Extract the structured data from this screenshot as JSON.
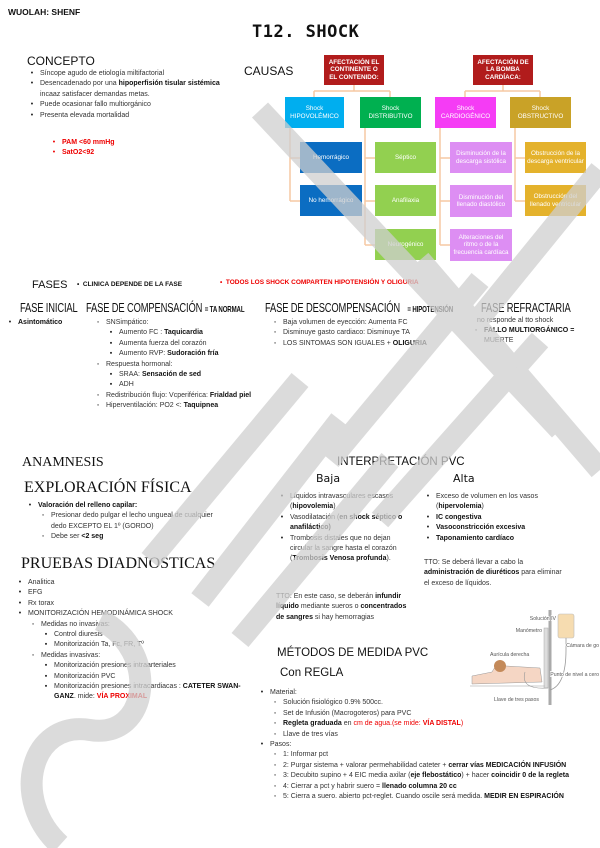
{
  "watermark": "SHENF",
  "header": {
    "brand": "WUOLAH: SHENF",
    "title": "T12. SHOCK"
  },
  "concepto": {
    "heading": "CONCEPTO",
    "items": [
      {
        "level": 1,
        "segs": [
          {
            "t": "Síncope agudo de etiología miltifactorial"
          }
        ]
      },
      {
        "level": 1,
        "segs": [
          {
            "t": "Desencadenado por una "
          },
          {
            "t": "hipoperfisión tisular sistémica",
            "s": "b"
          },
          {
            "t": " incaaz satisfacer demandas metas."
          }
        ]
      },
      {
        "level": 1,
        "segs": [
          {
            "t": "Puede ocasionar fallo multiorgánico"
          }
        ]
      },
      {
        "level": 1,
        "segs": [
          {
            "t": "Presenta elevada mortalidad"
          }
        ]
      }
    ],
    "criteria": [
      {
        "level": 1,
        "segs": [
          {
            "t": "PAM <60 mmHg",
            "s": "rb"
          }
        ]
      },
      {
        "level": 1,
        "segs": [
          {
            "t": "SatO2<92",
            "s": "rb"
          }
        ]
      }
    ]
  },
  "causas": {
    "heading": "CAUSAS",
    "colors": {
      "root": "#b11c1c",
      "hipo": "#00aeef",
      "distri": "#00b050",
      "cardio": "#f53cf5",
      "obstr": "#c9a227",
      "hipo_child": "#0b6dc2",
      "distri_child": "#92d050",
      "cardio_child": "#dd8ef3",
      "obstr_child": "#e4b22c",
      "connector": "#f6c9a3"
    },
    "roots": [
      "AFECTACIÓN EL CONTINENTE O EL CONTENIDO:",
      "AFECTACIÓN DE LA BOMBA CARDÍACA:"
    ],
    "types": [
      "Shock HIPOVOLÉMICO",
      "Shock DISTRIBUTIVO",
      "Shock CARDIOGÉNICO",
      "Shock OBSTRUCTIVO"
    ],
    "hipovolemico": [
      "Hemorrágico",
      "No hemorrágico"
    ],
    "distributivo": [
      "Séptico",
      "Anafilaxia",
      "Neurogénico"
    ],
    "cardiogenico": [
      "Disminución de la descarga sistólica",
      "Disminución del llenado diastólico",
      "Alteraciones del ritmo o de la frecuencia cardíaca"
    ],
    "obstructivo": [
      "Obstrucción de la descarga ventricular",
      "Obstrucción del llenado ventricular"
    ]
  },
  "fases": {
    "heading": "FASES",
    "note": "CLINICA DEPENDE DE LA FASE",
    "note_red": "TODOS LOS SHOCK COMPARTEN HIPOTENSIÓN Y OLIGURIA",
    "inicial": {
      "title": "FASE INICIAL",
      "items": [
        {
          "level": 1,
          "segs": [
            {
              "t": "Asintomático",
              "s": "b"
            }
          ]
        }
      ]
    },
    "compensacion": {
      "title": "FASE DE COMPENSACIÓN",
      "suffix": "= TA NORMAL",
      "items": [
        {
          "level": 1,
          "segs": [
            {
              "t": "SNSimpático:"
            }
          ]
        },
        {
          "level": 2,
          "segs": [
            {
              "t": "Aumento FC : "
            },
            {
              "t": "Taquicardia",
              "s": "b"
            }
          ]
        },
        {
          "level": 2,
          "segs": [
            {
              "t": "Aumenta fuerza del corazón"
            }
          ]
        },
        {
          "level": 2,
          "segs": [
            {
              "t": "Aumento RVP: "
            },
            {
              "t": "Sudoración fría",
              "s": "b"
            }
          ]
        },
        {
          "level": 1,
          "segs": [
            {
              "t": "Respuesta hormonal:"
            }
          ]
        },
        {
          "level": 2,
          "segs": [
            {
              "t": "SRAA: "
            },
            {
              "t": "Sensación de sed",
              "s": "b"
            }
          ]
        },
        {
          "level": 2,
          "segs": [
            {
              "t": " ADH"
            }
          ]
        },
        {
          "level": 1,
          "segs": [
            {
              "t": "Redistribución flujo: Vcperiférica: "
            },
            {
              "t": "Frialdad piel",
              "s": "b"
            }
          ]
        },
        {
          "level": 1,
          "segs": [
            {
              "t": "Hiperventilación: PO2 <: "
            },
            {
              "t": "Taquipnea",
              "s": "b"
            }
          ]
        }
      ]
    },
    "descompensacion": {
      "title": "FASE DE DESCOMPENSACIÓN",
      "suffix": "= HIPOTENSIÓN",
      "items": [
        {
          "level": 1,
          "segs": [
            {
              "t": "Baja volumen de eyección: Aumenta FC"
            }
          ]
        },
        {
          "level": 1,
          "segs": [
            {
              "t": "Disminuye gasto cardiaco: Disminuye TA"
            }
          ]
        },
        {
          "level": 1,
          "segs": [
            {
              "t": "LOS SINTOMAS SON IGUALES + "
            },
            {
              "t": "OLIGURIA",
              "s": "b"
            }
          ]
        }
      ]
    },
    "refractaria": {
      "title": "FASE REFRACTARIA",
      "intro": "no responde al tto shock",
      "items": [
        {
          "level": 1,
          "segs": [
            {
              "t": "FALLO MULTIORGÁNICO = ",
              "s": "b"
            },
            {
              "t": "MUERTE"
            }
          ]
        }
      ]
    }
  },
  "anamnesis": {
    "heading": "ANAMNESIS"
  },
  "exploracion": {
    "heading": "EXPLORACIÓN FÍSICA",
    "items": [
      {
        "level": 1,
        "segs": [
          {
            "t": "Valoración del relleno capilar:",
            "s": "b"
          }
        ]
      },
      {
        "level": 2,
        "segs": [
          {
            "t": "Presionar dedo pulgar el lecho ungueal de cualquier dedo EXCEPTO EL 1º (GORDO)"
          }
        ]
      },
      {
        "level": 2,
        "segs": [
          {
            "t": "Debe ser "
          },
          {
            "t": "<2 seg",
            "s": "b"
          }
        ]
      }
    ]
  },
  "pruebas": {
    "heading": "PRUEBAS DIADNOSTICAS",
    "items": [
      {
        "level": 1,
        "segs": [
          {
            "t": "Analitica"
          }
        ]
      },
      {
        "level": 1,
        "segs": [
          {
            "t": "EFG"
          }
        ]
      },
      {
        "level": 1,
        "segs": [
          {
            "t": "Rx torax"
          }
        ]
      },
      {
        "level": 1,
        "segs": [
          {
            "t": "MONITORIZACIÓN HEMODINÁMICA SHOCK"
          }
        ]
      },
      {
        "level": 2,
        "segs": [
          {
            "t": "Medidas no invasivas:"
          }
        ]
      },
      {
        "level": 3,
        "segs": [
          {
            "t": "Control diuresis"
          }
        ]
      },
      {
        "level": 3,
        "segs": [
          {
            "t": "Monitorización Ta, Fc, FR, Tº"
          }
        ]
      },
      {
        "level": 2,
        "segs": [
          {
            "t": "Medidas invasivas:"
          }
        ]
      },
      {
        "level": 3,
        "segs": [
          {
            "t": "Monitorización presiones intraarteriales"
          }
        ]
      },
      {
        "level": 3,
        "segs": [
          {
            "t": "Monitorización PVC"
          }
        ]
      },
      {
        "level": 3,
        "segs": [
          {
            "t": "Monitorización presiones intracardiacas : "
          },
          {
            "t": "CATETER SWAN-GANZ",
            "s": "b"
          },
          {
            "t": ". mide: "
          },
          {
            "t": "VÍA PROXIMAL",
            "s": "rb"
          }
        ]
      }
    ]
  },
  "pvc": {
    "heading": "INTERPRETACIÓN PVC",
    "baja": {
      "title": "Baja",
      "items": [
        {
          "level": 1,
          "segs": [
            {
              "t": "Líquidos intravasculares escasos ("
            },
            {
              "t": "hipovolemia",
              "s": "b"
            },
            {
              "t": ")"
            }
          ]
        },
        {
          "level": 1,
          "segs": [
            {
              "t": "Vasodilatación ("
            },
            {
              "t": "en shock séptico o anafiláctico)",
              "s": "b"
            }
          ]
        },
        {
          "level": 1,
          "segs": [
            {
              "t": "Trombosis distales que no dejan circular la sangre hasta el corazón ("
            },
            {
              "t": "Trombosis Venosa profunda",
              "s": "b"
            },
            {
              "t": ")."
            }
          ]
        }
      ],
      "tto": [
        {
          "t": "TTO: En este caso, se deberán "
        },
        {
          "t": "infundir líquido",
          "s": "b"
        },
        {
          "t": " mediante sueros o "
        },
        {
          "t": "concentrados de sangres",
          "s": "b"
        },
        {
          "t": " si hay hemorragias"
        }
      ]
    },
    "alta": {
      "title": "Alta",
      "items": [
        {
          "level": 1,
          "segs": [
            {
              "t": "Exceso de volumen en los vasos ("
            },
            {
              "t": "hipervolemia",
              "s": "b"
            },
            {
              "t": ")"
            }
          ]
        },
        {
          "level": 1,
          "segs": [
            {
              "t": "IC congestiva",
              "s": "b"
            }
          ]
        },
        {
          "level": 1,
          "segs": [
            {
              "t": "Vasoconstricción excesiva",
              "s": "b"
            }
          ]
        },
        {
          "level": 1,
          "segs": [
            {
              "t": "Taponamiento cardíaco",
              "s": "b"
            }
          ]
        }
      ],
      "tto": [
        {
          "t": "TTO: Se deberá llevar a cabo la "
        },
        {
          "t": "administración de diuréticos",
          "s": "b"
        },
        {
          "t": " para eliminar el exceso de líquidos."
        }
      ]
    }
  },
  "metodos": {
    "heading": "MÉTODOS DE MEDIDA PVC",
    "subheading": "Con REGLA",
    "items": [
      {
        "level": 1,
        "segs": [
          {
            "t": "Material:"
          }
        ]
      },
      {
        "level": 2,
        "segs": [
          {
            "t": "Solución fisiológico 0.9% 500cc."
          }
        ]
      },
      {
        "level": 2,
        "segs": [
          {
            "t": "Set de Infusión (Macrogoteros) para PVC"
          }
        ]
      },
      {
        "level": 2,
        "segs": [
          {
            "t": "Regleta graduada",
            "s": "b"
          },
          {
            "t": " en "
          },
          {
            "t": "cm de agua.(se mide: ",
            "s": "r"
          },
          {
            "t": "VÍA DISTAL",
            "s": "rb"
          },
          {
            "t": ")",
            "s": "r"
          }
        ]
      },
      {
        "level": 2,
        "segs": [
          {
            "t": "Llave de tres vías"
          }
        ]
      },
      {
        "level": 1,
        "segs": [
          {
            "t": "Pasos:"
          }
        ]
      },
      {
        "level": 2,
        "segs": [
          {
            "t": "1: Informar pct"
          }
        ]
      },
      {
        "level": 2,
        "segs": [
          {
            "t": "2: Purgar sistema + valorar permehabilidad cateter + "
          },
          {
            "t": "cerrar vías MEDICACIÓN INFUSIÓN",
            "s": "b"
          }
        ]
      },
      {
        "level": 2,
        "segs": [
          {
            "t": "3: Decubito supino + 4 EIC media axilar ("
          },
          {
            "t": "eje flebostático",
            "s": "b"
          },
          {
            "t": ") + hacer "
          },
          {
            "t": "coincidir 0 de la regleta",
            "s": "b"
          }
        ]
      },
      {
        "level": 2,
        "segs": [
          {
            "t": "4: Cierrar a pct y habrir suero = "
          },
          {
            "t": "llenado columna 20 cc",
            "s": "b"
          }
        ]
      },
      {
        "level": 2,
        "segs": [
          {
            "t": "5: Cierra a suero. abierto pct-reglet. Cuando oscile será medida. "
          },
          {
            "t": "MEDIR EN ESPIRACIÓN",
            "s": "b"
          }
        ]
      }
    ],
    "illustration_labels": [
      "Solución IV",
      "Manómetro",
      "Cámara de go",
      "Aurícula derecha",
      "Punto de nivel a cero",
      "Llave de tres pasos"
    ]
  }
}
